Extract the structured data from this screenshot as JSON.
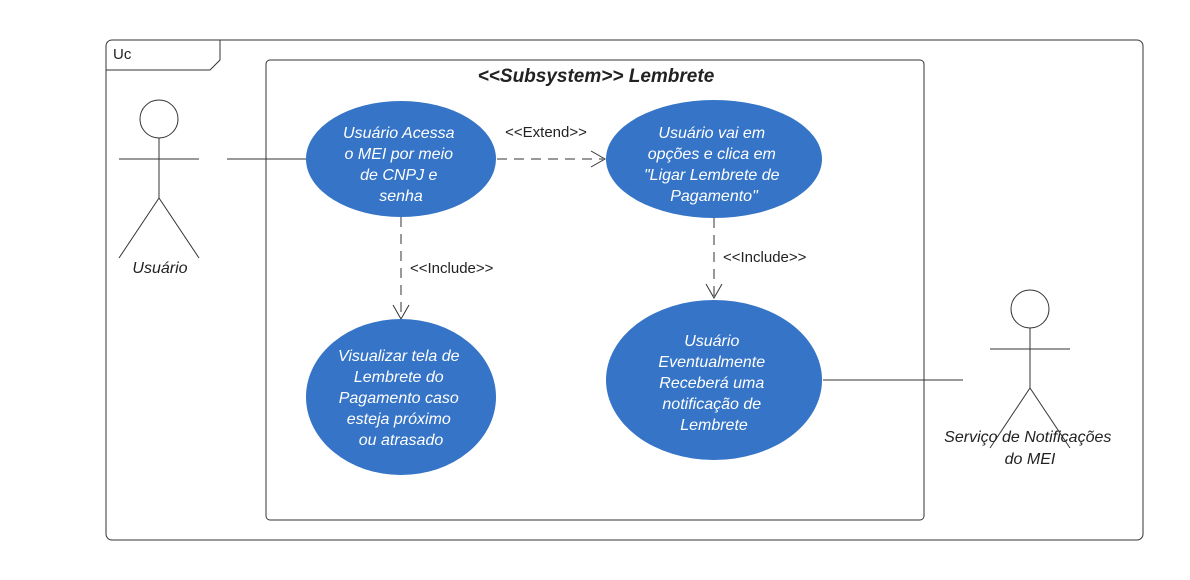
{
  "diagram": {
    "frame_label": "Uc",
    "subsystem_title": "<<Subsystem>>  Lembrete",
    "use_cases": [
      {
        "id": "uc-acessa-mei",
        "lines": [
          "Usuário Acessa",
          "o MEI por meio",
          "de CNPJ e",
          "senha"
        ]
      },
      {
        "id": "uc-ligar-lembrete",
        "lines": [
          "Usuário vai em",
          "opções e clica em",
          "\"Ligar Lembrete de",
          "Pagamento\""
        ]
      },
      {
        "id": "uc-visualizar-tela",
        "lines": [
          "Visualizar tela de",
          "Lembrete do",
          "Pagamento caso",
          "esteja próximo",
          "ou atrasado"
        ]
      },
      {
        "id": "uc-recebera-notificacao",
        "lines": [
          "Usuário",
          "Eventualmente",
          "Receberá uma",
          "notificação de",
          "Lembrete"
        ]
      }
    ],
    "actors": [
      {
        "id": "actor-usuario",
        "lines": [
          "Usuário"
        ]
      },
      {
        "id": "actor-servico-notificacoes",
        "lines": [
          "Serviço de Notificações",
          "do MEI"
        ]
      }
    ],
    "relations": {
      "extend_label": "<<Extend>>",
      "include_left_label": "<<Include>>",
      "include_right_label": "<<Include>>"
    },
    "colors": {
      "use_case_fill": "#3574C6",
      "use_case_text": "#ffffff",
      "stroke": "#333333"
    }
  }
}
